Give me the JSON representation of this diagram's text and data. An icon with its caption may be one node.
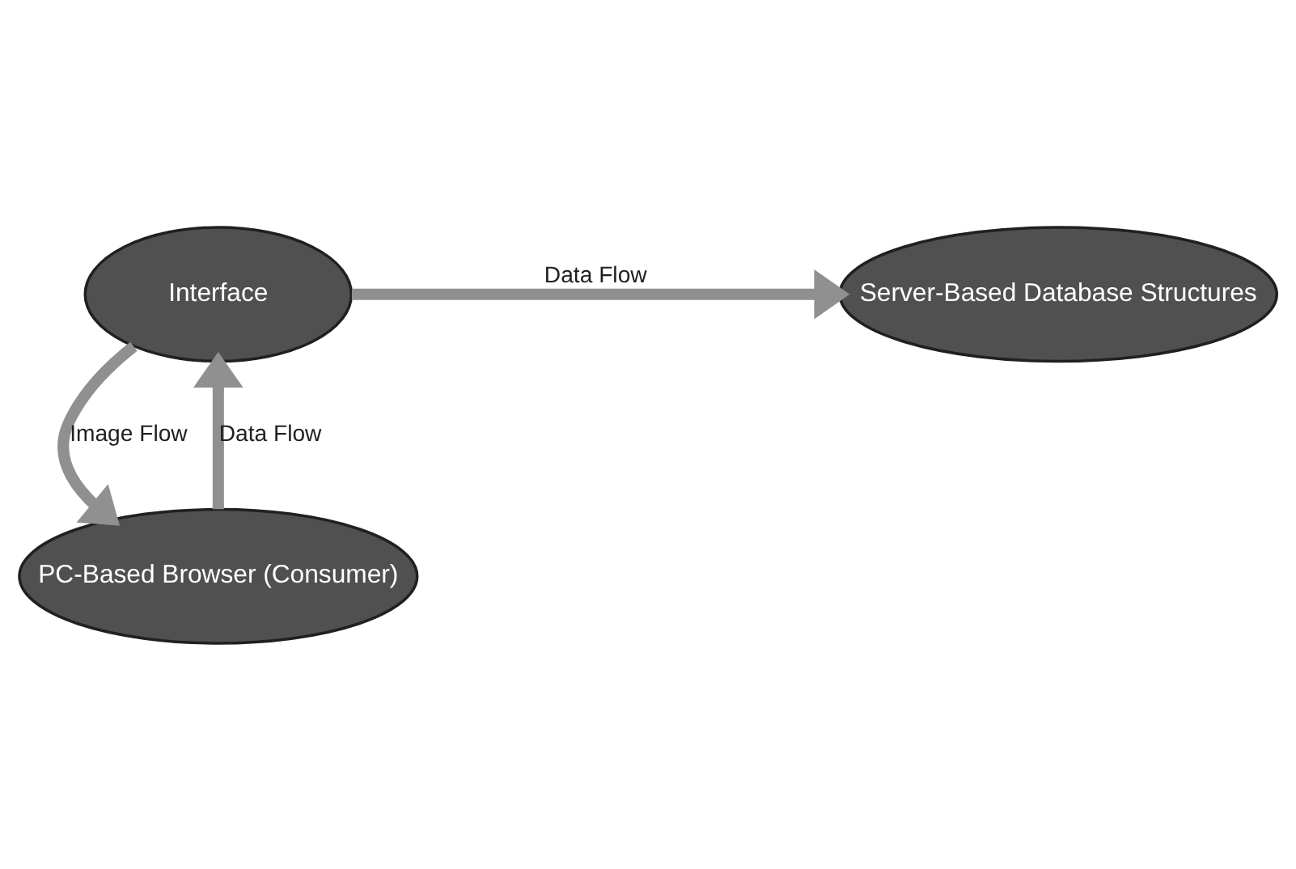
{
  "diagram": {
    "nodes": [
      {
        "text": [
          "Interface"
        ]
      },
      {
        "text": [
          "Server-Based Database Structures"
        ]
      },
      {
        "text": [
          "PC-Based Browser (Consumer)"
        ]
      }
    ],
    "edges": [
      {
        "from": 0,
        "to": 1,
        "arrow": "to",
        "label": "Data Flow"
      },
      {
        "from": 2,
        "to": 0,
        "arrow": "to",
        "label": "Data Flow"
      },
      {
        "from": 0,
        "to": 2,
        "arrow": "to",
        "label": "Image Flow"
      }
    ]
  }
}
